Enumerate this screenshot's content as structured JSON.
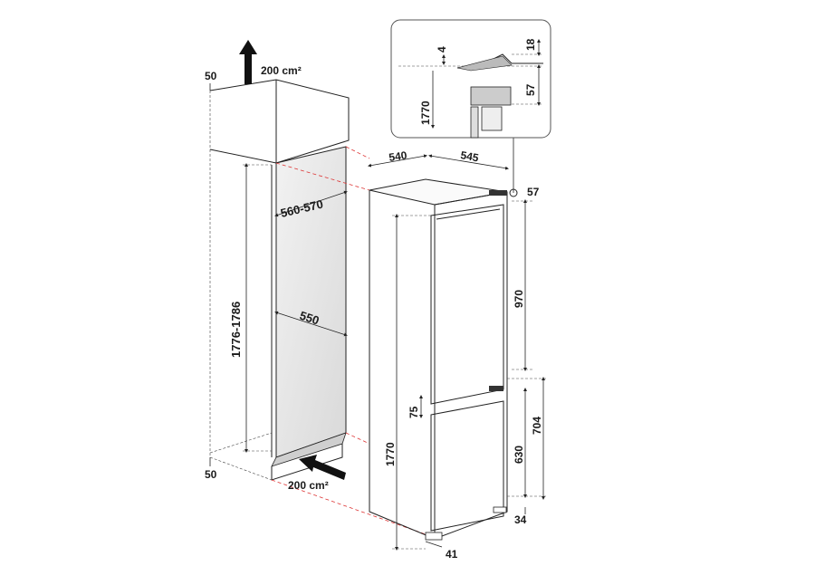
{
  "labels": {
    "vent_top": "200 cm²",
    "vent_bottom": "200 cm²",
    "gap_top": "50",
    "gap_bottom": "50",
    "niche_width": "560-570",
    "niche_depth": "550",
    "niche_height": "1776-1786",
    "appliance_depth": "540",
    "appliance_width": "545",
    "hinge_side": "57",
    "fridge_door": "970",
    "door_gap": "75",
    "freezer_door": "630",
    "lower_section": "704",
    "total_height": "1770",
    "foot": "34",
    "base_offset": "41"
  },
  "detail": {
    "d4": "4",
    "d18": "18",
    "d1770": "1770",
    "d57": "57"
  },
  "colors": {
    "line": "#222222",
    "dashed_red": "#dd3333",
    "niche_fill": "#e6e6e6"
  }
}
